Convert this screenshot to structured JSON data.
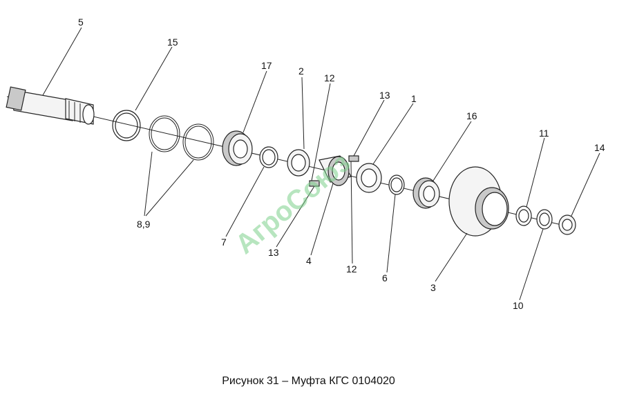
{
  "figure": {
    "caption": "Рисунок 31 – Муфта КГС 0104020",
    "watermark": "АгроСоюз"
  },
  "callouts": [
    {
      "id": "c5",
      "label": "5"
    },
    {
      "id": "c15",
      "label": "15"
    },
    {
      "id": "c17",
      "label": "17"
    },
    {
      "id": "c2",
      "label": "2"
    },
    {
      "id": "c12a",
      "label": "12"
    },
    {
      "id": "c13a",
      "label": "13"
    },
    {
      "id": "c1",
      "label": "1"
    },
    {
      "id": "c16",
      "label": "16"
    },
    {
      "id": "c11",
      "label": "11"
    },
    {
      "id": "c14",
      "label": "14"
    },
    {
      "id": "c89",
      "label": "8,9"
    },
    {
      "id": "c7",
      "label": "7"
    },
    {
      "id": "c13b",
      "label": "13"
    },
    {
      "id": "c4",
      "label": "4"
    },
    {
      "id": "c12b",
      "label": "12"
    },
    {
      "id": "c6",
      "label": "6"
    },
    {
      "id": "c3",
      "label": "3"
    },
    {
      "id": "c10",
      "label": "10"
    }
  ]
}
